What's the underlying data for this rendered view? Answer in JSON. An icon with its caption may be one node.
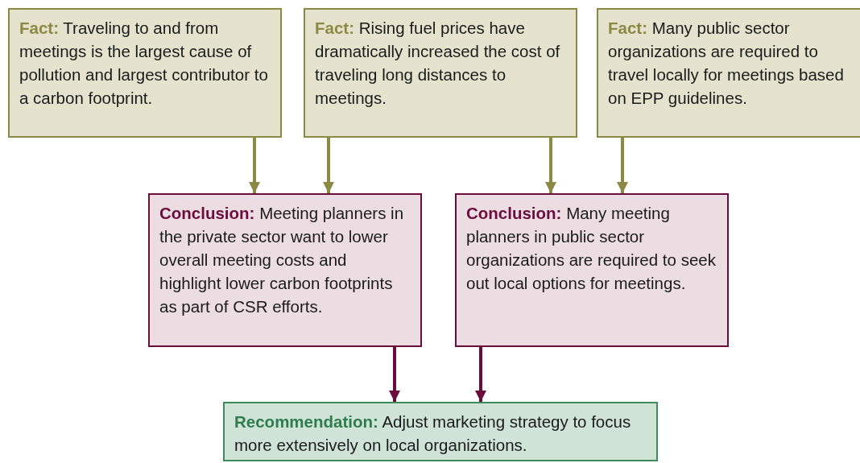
{
  "diagram": {
    "nodes": [
      {
        "text": [
          "**Fact:** Traveling to and from meetings is the largest cause of pollution and largest contributor to a carbon footprint."
        ]
      },
      {
        "text": [
          "**Fact:** Rising fuel prices have dramatically increased the cost of traveling long distances to meetings."
        ]
      },
      {
        "text": [
          "**Fact:** Many public sector organizations are required to travel locally for meetings based on EPP guidelines."
        ]
      },
      {
        "text": [
          "**Conclusion:** Meeting planners in the private sector want to lower overall meeting costs and highlight lower carbon footprints as part of CSR efforts."
        ]
      },
      {
        "text": [
          "**Conclusion:** Many meeting planners in public sector organizations are required to seek out local options for meetings."
        ]
      },
      {
        "text": [
          "**Recommendation:** Adjust marketing strategy to focus more extensively on local organizations."
        ]
      }
    ],
    "edges": [
      {
        "from": 0,
        "to": 3,
        "arrow": "to"
      },
      {
        "from": 1,
        "to": 3,
        "arrow": "to"
      },
      {
        "from": 1,
        "to": 4,
        "arrow": "to"
      },
      {
        "from": 2,
        "to": 4,
        "arrow": "to"
      },
      {
        "from": 3,
        "to": 5,
        "arrow": "to",
        "color": "#6b0d3c"
      },
      {
        "from": 4,
        "to": 5,
        "arrow": "to",
        "color": "#6b0d3c"
      }
    ]
  }
}
